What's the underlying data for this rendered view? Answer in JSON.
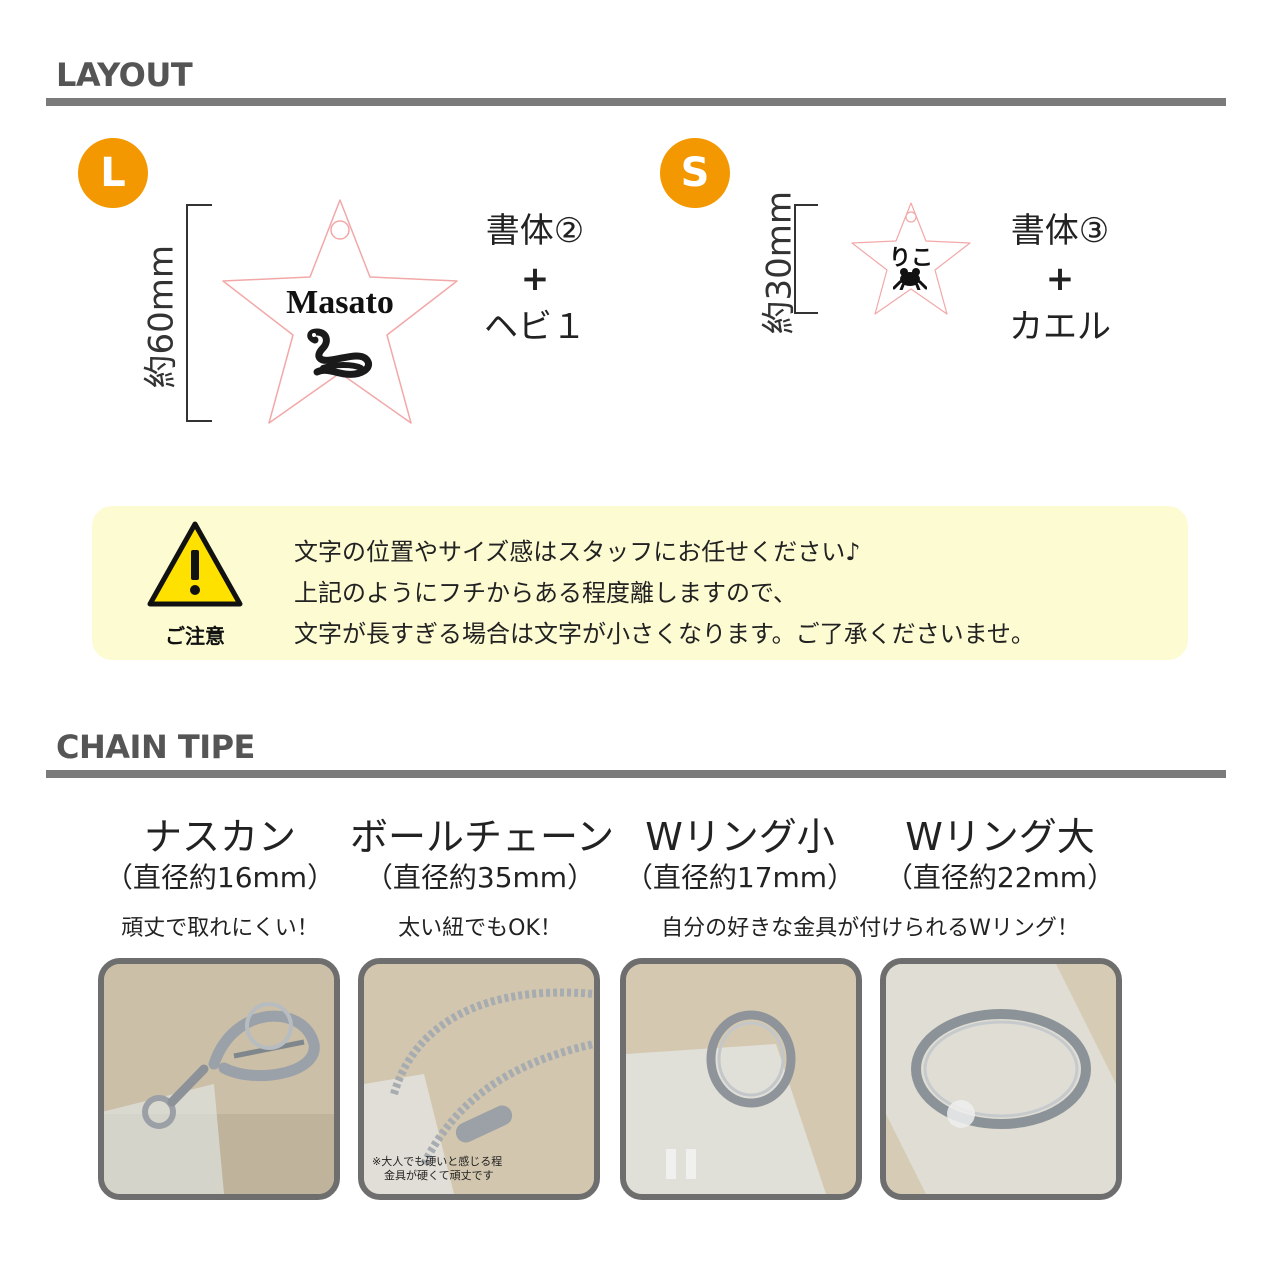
{
  "layout_section": {
    "title": "LAYOUT",
    "large": {
      "badge": "L",
      "dimension": "約60mm",
      "name_text": "Masato",
      "icon": "snake-icon",
      "font_label": "書体②",
      "plus": "+",
      "motif_label": "ヘビ１"
    },
    "small": {
      "badge": "S",
      "dimension": "約30mm",
      "name_text": "りこ",
      "icon": "frog-icon",
      "font_label": "書体③",
      "plus": "+",
      "motif_label": "カエル"
    }
  },
  "notice": {
    "icon": "warning-icon",
    "icon_label": "ご注意",
    "lines": [
      "文字の位置やサイズ感はスタッフにお任せください♪",
      "上記のようにフチからある程度離しますので、",
      "文字が長すぎる場合は文字が小さくなります。ご了承くださいませ。"
    ]
  },
  "chain_section": {
    "title": "CHAIN TIPE",
    "items": [
      {
        "title": "ナスカン",
        "size": "（直径約16mm）",
        "desc": "頑丈で取れにくい！",
        "photo": "carabiner-photo"
      },
      {
        "title": "ボールチェーン",
        "size": "（直径約35mm）",
        "desc": "太い紐でもOK！",
        "photo": "ball-chain-photo",
        "note_lines": [
          "※大人でも硬いと感じる程",
          "金具が硬くて頑丈です"
        ]
      },
      {
        "title": "Wリング小",
        "size": "（直径約17mm）",
        "photo": "small-ring-photo"
      },
      {
        "title": "Wリング大",
        "size": "（直径約22mm）",
        "photo": "large-ring-photo"
      }
    ],
    "shared_desc": "自分の好きな金具が付けられるWリング！"
  },
  "colors": {
    "accent": "#f39800",
    "rule": "#7a7a7a",
    "notice_bg": "#fdfbd2",
    "warning_yellow": "#ffe100"
  }
}
